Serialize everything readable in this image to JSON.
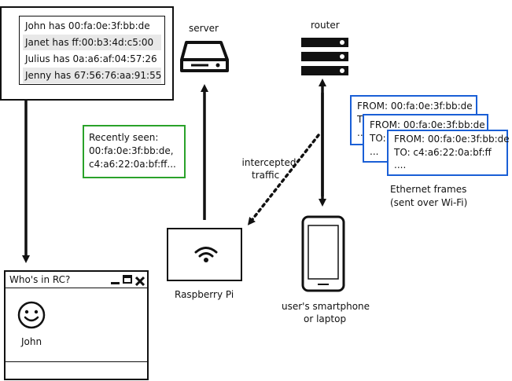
{
  "database": {
    "rows": [
      "John has 00:fa:0e:3f:bb:de",
      "Janet has ff:00:b3:4d:c5:00",
      "Julius has 0a:a6:af:04:57:26",
      "Jenny has 67:56:76:aa:91:55"
    ]
  },
  "server": {
    "label": "server",
    "icon": "hard-drive-icon"
  },
  "router": {
    "label": "router",
    "icon": "rack-server-icon"
  },
  "recently_seen": {
    "line1": "Recently seen:",
    "line2": "00:fa:0e:3f:bb:de,",
    "line3": "c4:a6:22:0a:bf:ff..."
  },
  "intercepted": {
    "line1": "intercepted",
    "line2": "traffic"
  },
  "raspberry_pi": {
    "label": "Raspberry Pi",
    "icon": "wifi-icon"
  },
  "frames": {
    "back": {
      "from": "FROM: 00:fa:0e:3f:bb:de",
      "to": "TO:",
      "more": "..."
    },
    "middle": {
      "from": "FROM: 00:fa:0e:3f:bb:de",
      "to": "TO:",
      "more": "..."
    },
    "front": {
      "from": "FROM: 00:fa:0e:3f:bb:de",
      "to": "TO: c4:a6:22:0a:bf:ff",
      "more": "...."
    },
    "caption_line1": "Ethernet frames",
    "caption_line2": "(sent over Wi-Fi)"
  },
  "device": {
    "line1": "user's smartphone",
    "line2": "or laptop",
    "icon": "smartphone-icon"
  },
  "window": {
    "title": "Who's in RC?",
    "user_name": "John",
    "user_icon": "smiley-face-icon"
  },
  "colors": {
    "frame_border": "#1a5fd6",
    "recently_seen_border": "#2aa22a",
    "ink": "#111111"
  }
}
